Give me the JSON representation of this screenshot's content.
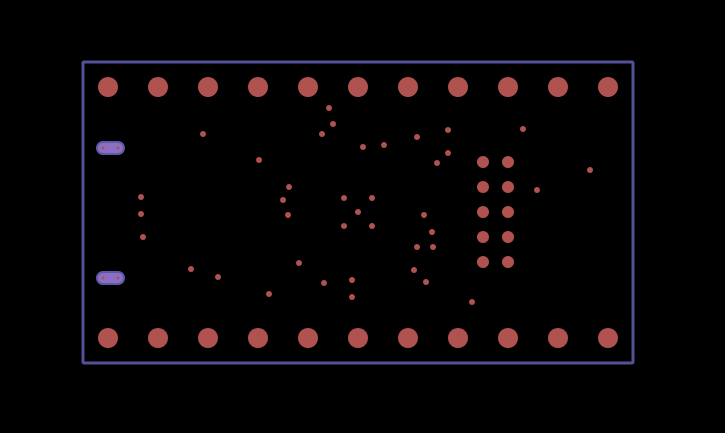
{
  "colors": {
    "background": "#000000",
    "board_outline": "#545199",
    "pad": "#b0524f",
    "oval_pad_fill": "#8a6fc4",
    "oval_pad_stroke": "#5e58a8"
  },
  "board": {
    "header_pins_per_row": 11,
    "header_rows": 2,
    "pin_grid": {
      "columns": 2,
      "rows": 5
    },
    "oval_pads": 2
  }
}
